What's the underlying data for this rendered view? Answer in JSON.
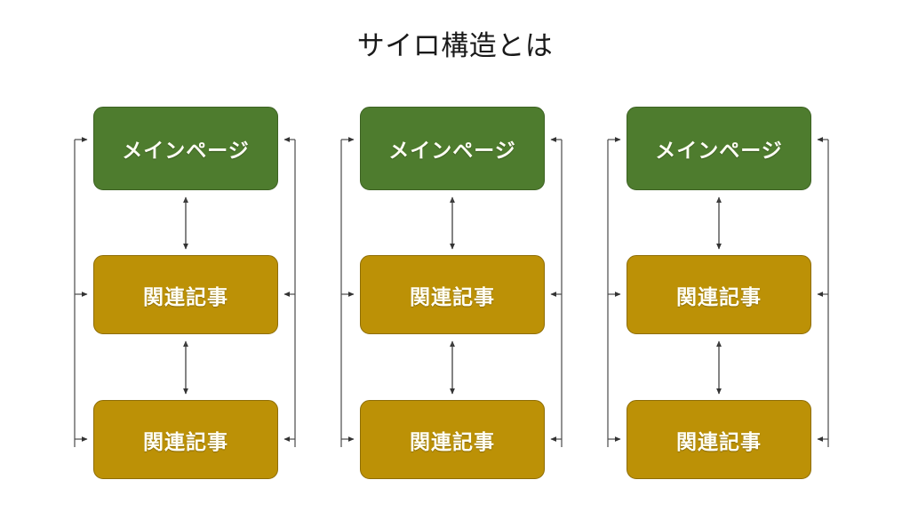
{
  "page": {
    "title": "サイロ構造とは",
    "background_color": "#FFFFFF"
  },
  "colors": {
    "main_node_fill": "#4E7C2E",
    "main_node_border": "#3C6122",
    "related_node_fill": "#BC9106",
    "related_node_border": "#8E6D05",
    "node_text": "#FFFEF4",
    "arrow": "#404040",
    "title_text": "#1A1A1A"
  },
  "diagram": {
    "type": "silo-structure",
    "column_count": 3,
    "columns": [
      {
        "id": "silo-1",
        "nodes": [
          {
            "id": "main",
            "label": "メインページ",
            "role": "main-page"
          },
          {
            "id": "related-1",
            "label": "関連記事",
            "role": "related-article"
          },
          {
            "id": "related-2",
            "label": "関連記事",
            "role": "related-article"
          }
        ]
      },
      {
        "id": "silo-2",
        "nodes": [
          {
            "id": "main",
            "label": "メインページ",
            "role": "main-page"
          },
          {
            "id": "related-1",
            "label": "関連記事",
            "role": "related-article"
          },
          {
            "id": "related-2",
            "label": "関連記事",
            "role": "related-article"
          }
        ]
      },
      {
        "id": "silo-3",
        "nodes": [
          {
            "id": "main",
            "label": "メインページ",
            "role": "main-page"
          },
          {
            "id": "related-1",
            "label": "関連記事",
            "role": "related-article"
          },
          {
            "id": "related-2",
            "label": "関連記事",
            "role": "related-article"
          }
        ]
      }
    ],
    "connectors": {
      "left_bus_label": "left-link-bus",
      "right_bus_label": "right-link-bus",
      "vertical_label": "bidirectional-link"
    }
  }
}
